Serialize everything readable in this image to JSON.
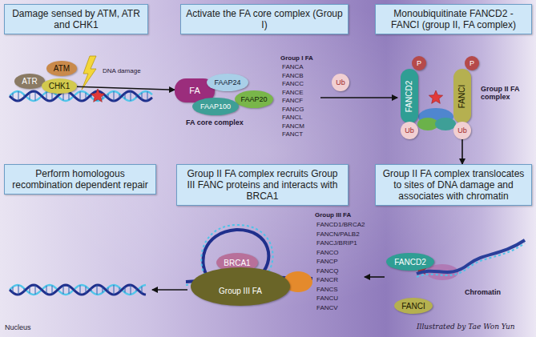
{
  "diagram": {
    "nodes": [
      {
        "text": [
          "Damage sensed by ATM, ATR and CHK1"
        ]
      },
      {
        "text": [
          "Activate the FA core complex (Group I)"
        ]
      },
      {
        "text": [
          "Monoubiquitinate FANCD2 - FANCI (group II, FA complex)"
        ]
      },
      {
        "text": [
          "ATM"
        ]
      },
      {
        "text": [
          "ATR"
        ]
      },
      {
        "text": [
          "CHK1"
        ]
      },
      {
        "text": [
          "FA"
        ]
      },
      {
        "text": [
          "FAAP24"
        ]
      },
      {
        "text": [
          "FAAP20"
        ]
      },
      {
        "text": [
          "FAAP100"
        ]
      },
      {
        "text": [
          "Ub"
        ]
      },
      {
        "text": [
          "FANCD2"
        ]
      },
      {
        "text": [
          "FANCI"
        ]
      },
      {
        "text": [
          "P"
        ]
      },
      {
        "text": [
          "P"
        ]
      },
      {
        "text": [
          "Ub"
        ]
      },
      {
        "text": [
          "Ub"
        ]
      },
      {
        "text": [
          "Perform homologous recombination dependent repair"
        ]
      },
      {
        "text": [
          "Group II FA complex recruits Group III FANC proteins and interacts with BRCA1"
        ]
      },
      {
        "text": [
          "Group II FA complex translocates to sites of DNA damage and associates with chromatin"
        ]
      },
      {
        "text": [
          "FANCD2"
        ]
      },
      {
        "text": [
          "FANCI"
        ]
      },
      {
        "text": [
          "BRCA1"
        ]
      },
      {
        "text": [
          "Group III FA"
        ]
      }
    ],
    "edges": [
      {
        "from": 5,
        "to": 6,
        "arrow": "to"
      },
      {
        "from": 16,
        "to": 19,
        "arrow": "to"
      }
    ],
    "labels": [
      "DNA damage",
      "Group I FA",
      "FANCA",
      "FANCB",
      "FANCC",
      "FANCE",
      "FANCF",
      "FANCG",
      "FANCL",
      "FANCM",
      "FANCT",
      "FA core complex",
      "Group II FA complex",
      "Chromatin",
      "Group III FA",
      "FANCD1/BRCA2",
      "FANCN/PALB2",
      "FANCJ/BRIP1",
      "FANCO",
      "FANCP",
      "FANCQ",
      "FANCR",
      "FANCS",
      "FANCU",
      "FANCV",
      "Nucleus",
      "Illustrated by Tae Won Yun"
    ]
  }
}
